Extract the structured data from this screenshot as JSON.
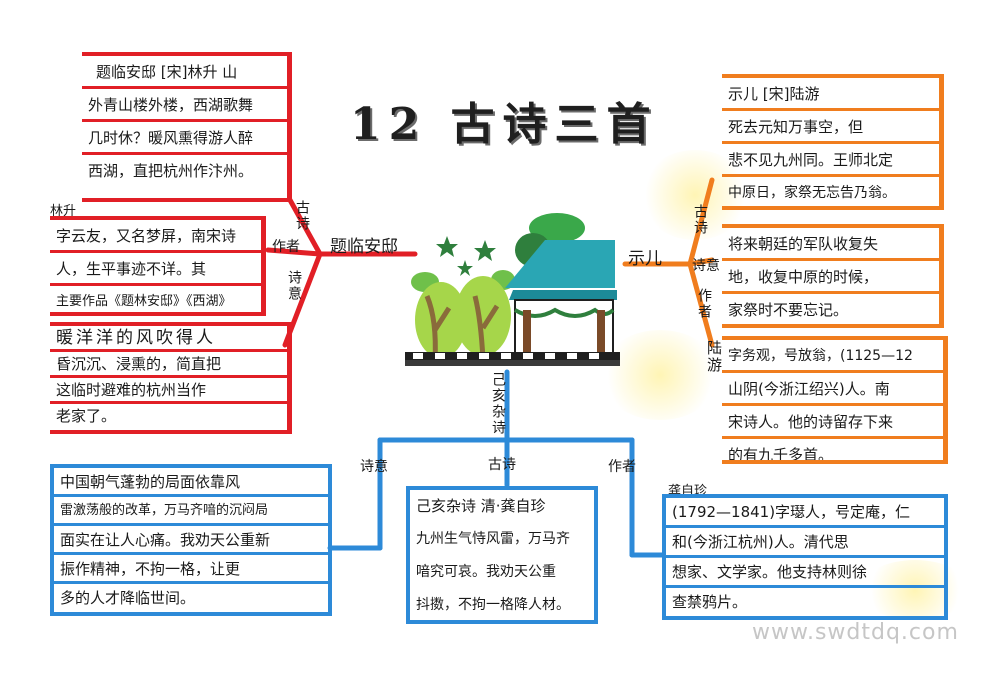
{
  "title": "12 古诗三首",
  "watermark": "www.swdtdq.com",
  "colors": {
    "red": "#e11f26",
    "orange": "#f07d1e",
    "blue": "#2d8ad8",
    "tree_green": "#3aa84a",
    "roof_teal": "#2aa6b4"
  },
  "left_branch": {
    "title": "题临安邸",
    "labels": [
      "古诗",
      "作者",
      "诗意"
    ],
    "poem_box": [
      "题临安邸 [宋]林升  山",
      "外青山楼外楼，西湖歌舞",
      "几时休？暖风熏得游人醉",
      "西湖，直把杭州作汴州。"
    ],
    "author_name": "林升",
    "author_box": [
      "字云友，又名梦屏，南宋诗",
      "人，生平事迹不详。其",
      "主要作品《题林安邸》《西湖》"
    ],
    "meaning_box": [
      "暖洋洋的风吹得人",
      "昏沉沉、浸熏的，简直把",
      "这临时避难的杭州当作",
      "老家了。"
    ]
  },
  "right_branch": {
    "title": "示儿",
    "labels": [
      "古诗",
      "诗意",
      "作者"
    ],
    "poem_box": [
      "示儿 [宋]陆游",
      "死去元知万事空，但",
      "悲不见九州同。王师北定",
      "中原日，家祭无忘告乃翁。"
    ],
    "meaning_box": [
      "将来朝廷的军队收复失",
      "地，收复中原的时候，",
      "家祭时不要忘记。"
    ],
    "author_name": "陆游",
    "author_box": [
      "字务观，号放翁，(1125—12",
      "山阴(今浙江绍兴)人。南",
      "宋诗人。他的诗留存下来",
      "的有九千多首。"
    ]
  },
  "bottom_branch": {
    "title": "己亥杂诗",
    "labels": [
      "诗意",
      "古诗",
      "作者"
    ],
    "meaning_box": [
      "中国朝气蓬勃的局面依靠风",
      "雷激荡般的改革，万马齐喑的沉闷局",
      "面实在让人心痛。我劝天公重新",
      "振作精神，不拘一格，让更",
      "多的人才降临世间。"
    ],
    "poem_box": [
      "己亥杂诗 清·龚自珍",
      "九州生气恃风雷，万马齐",
      "喑究可哀。我劝天公重",
      "抖擞，不拘一格降人材。"
    ],
    "author_name": "龚自珍",
    "author_box": [
      "(1792—1841)字璱人，号定庵，仁",
      "和(今浙江杭州)人。清代思",
      "想家、文学家。他支持林则徐",
      "查禁鸦片。"
    ]
  }
}
